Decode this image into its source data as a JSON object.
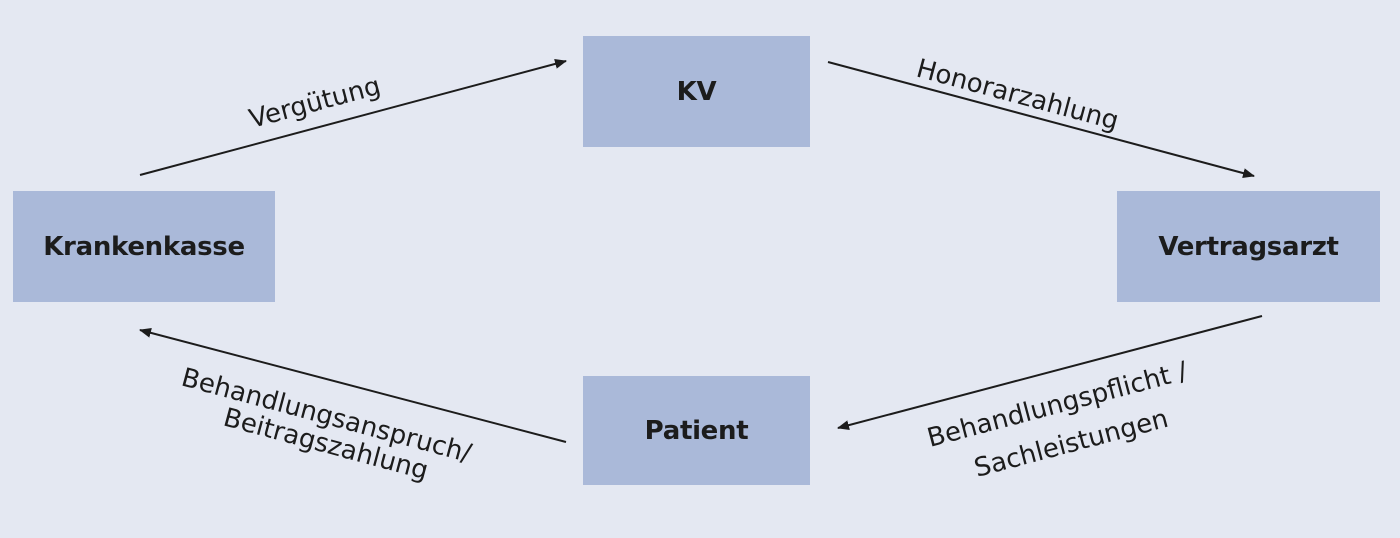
{
  "nodes": {
    "kv": "KV",
    "krankenkasse": "Krankenkasse",
    "vertragsarzt": "Vertragsarzt",
    "patient": "Patient"
  },
  "edges": {
    "verguetung": "Vergütung",
    "honorarzahlung": "Honorarzahlung",
    "behandlungspflicht_line1": "Behandlungspflicht /",
    "behandlungspflicht_line2": "Sachleistungen",
    "behandlungsanspruch_line1": "Behandlungsanspruch/",
    "behandlungsanspruch_line2": "Beitragszahlung"
  },
  "colors": {
    "background": "#e4e8f2",
    "node_fill": "#aab9d9",
    "line": "#1c1c1c"
  }
}
